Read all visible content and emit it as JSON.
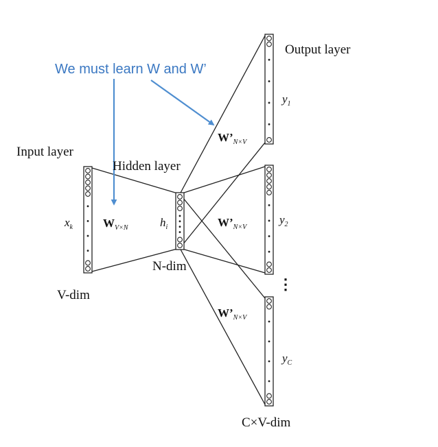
{
  "colors": {
    "annotation": "#3b78c2",
    "arrow": "#4f8ed0",
    "line": "#222222"
  },
  "annotation": "We must learn W and W’",
  "labels": {
    "output_layer": "Output layer",
    "input_layer": "Input layer",
    "hidden_layer": "Hidden layer",
    "v_dim": "V-dim",
    "n_dim": "N-dim",
    "cv_dim": "C×V-dim"
  },
  "symbols": {
    "x": "x",
    "x_sub": "k",
    "h": "h",
    "h_sub": "i",
    "y1": "y",
    "y1_sub": "1",
    "y2": "y",
    "y2_sub": "2",
    "yc": "y",
    "yc_sub": "C",
    "vdots": "⋮"
  },
  "weights": {
    "w_in": "W",
    "w_in_sub": "V×N",
    "w_out": "W’",
    "w_out_sub": "N×V"
  }
}
